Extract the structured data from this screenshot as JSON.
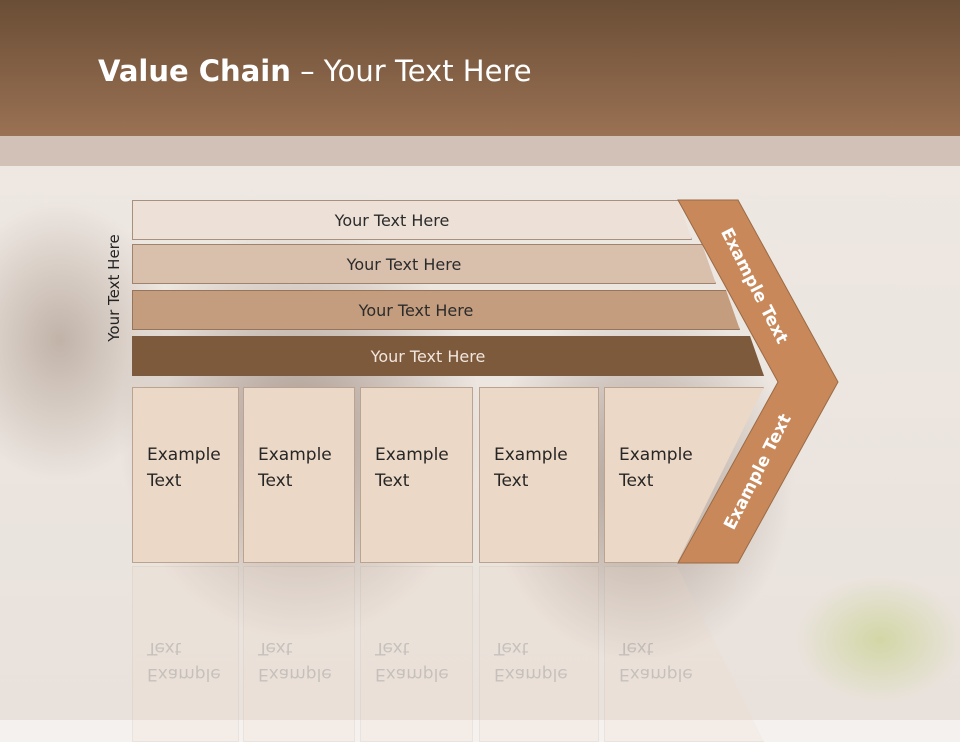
{
  "title": {
    "bold": "Value Chain",
    "rest": " – Your Text Here"
  },
  "side_label": "Your Text Here",
  "rows": [
    "Your Text Here",
    "Your Text Here",
    "Your Text Here",
    "Your Text Here"
  ],
  "boxes": [
    {
      "line1": "Example",
      "line2": "Text"
    },
    {
      "line1": "Example",
      "line2": "Text"
    },
    {
      "line1": "Example",
      "line2": "Text"
    },
    {
      "line1": "Example",
      "line2": "Text"
    },
    {
      "line1": "Example",
      "line2": "Text"
    }
  ],
  "chevron": {
    "upper": "Example Text",
    "lower": "Example Text"
  },
  "colors": {
    "header": "#7d5a3c",
    "chevron": "#c8885a",
    "row1": "#ede0d7",
    "row2": "#d9c0ac",
    "row3": "#c49d7e",
    "row4": "#7d5a3c",
    "box": "#ecd8c6"
  }
}
